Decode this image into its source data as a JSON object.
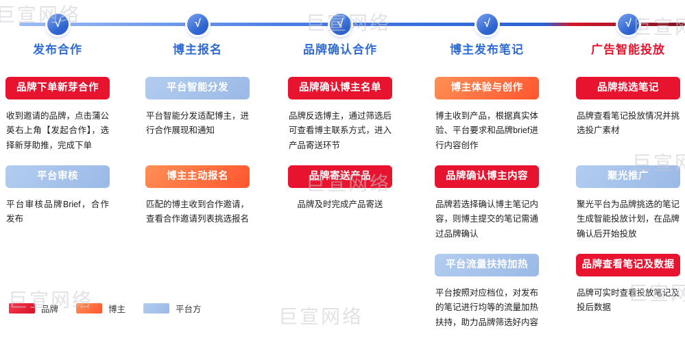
{
  "watermark_text": "巨宣网络",
  "icons": {
    "check": "√"
  },
  "stages": [
    {
      "title": "发布合作"
    },
    {
      "title": "博主报名"
    },
    {
      "title": "品牌确认合作"
    },
    {
      "title": "博主发布笔记"
    },
    {
      "title": "广告智能投放"
    }
  ],
  "columns": [
    {
      "cards": [
        {
          "badge": "品牌下单新芽合作",
          "role": "brand",
          "desc": "收到邀请的品牌，点击蒲公英右上角【发起合作】，选择新芽助推，完成下单"
        },
        {
          "badge": "平台审核",
          "role": "platform",
          "desc": "平台审核品牌Brief，合作发布"
        }
      ]
    },
    {
      "cards": [
        {
          "badge": "平台智能分发",
          "role": "platform",
          "desc": "平台智能分发适配博主，进行合作展现和通知"
        },
        {
          "badge": "博主主动报名",
          "role": "blogger",
          "desc": "匹配的博主收到合作邀请，查看合作邀请列表挑选报名"
        }
      ]
    },
    {
      "cards": [
        {
          "badge": "品牌确认博主名单",
          "role": "brand",
          "desc": "品牌反选博主，通过筛选后可查看博主联系方式，进入产品寄送环节"
        },
        {
          "badge": "品牌寄送产品",
          "role": "brand",
          "desc": "品牌及时完成产品寄送"
        }
      ]
    },
    {
      "cards": [
        {
          "badge": "博主体验与创作",
          "role": "blogger",
          "desc": "博主收到产品，根据真实体验、平台要求和品牌brief进行内容创作"
        },
        {
          "badge": "品牌确认博主内容",
          "role": "brand",
          "desc": "品牌若选择确认博主笔记内容，则博主提交的笔记需通过品牌确认"
        },
        {
          "badge": "平台流量扶持加热",
          "role": "platform",
          "desc": "平台按照对应档位，对发布的笔记进行均等的流量加热扶持，助力品牌筛选好内容"
        }
      ]
    },
    {
      "cards": [
        {
          "badge": "品牌挑选笔记",
          "role": "brand",
          "desc": "品牌查看笔记投放情况并挑选投广素材"
        },
        {
          "badge": "聚光推广",
          "role": "platform",
          "desc": "聚光平台为品牌挑选的笔记生成智能投放计划，在品牌确认后开始投放"
        },
        {
          "badge": "品牌查看笔记及数据",
          "role": "brand",
          "desc": "品牌可实时查看投放笔记及投后数据"
        }
      ]
    }
  ],
  "legend": {
    "items": [
      {
        "label": "品牌",
        "role": "brand"
      },
      {
        "label": "博主",
        "role": "blogger"
      },
      {
        "label": "平台方",
        "role": "platform"
      }
    ]
  },
  "colors": {
    "brand_red": "#e8132e",
    "blogger_orange": "#ff6a3d",
    "platform_blue": "#a6c4ea",
    "title_blue": "#2e6bd4",
    "timeline_red": "#c41a2b"
  }
}
